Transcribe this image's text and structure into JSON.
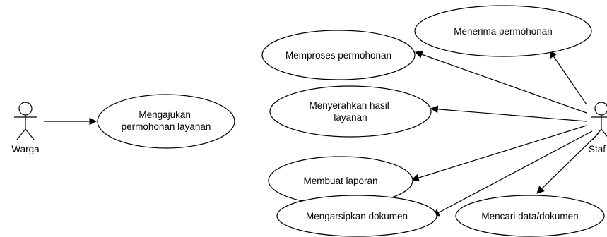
{
  "actors": {
    "warga": "Warga",
    "staf": "Staf"
  },
  "use_cases": {
    "mengajukan": [
      "Mengajukan",
      "permohonan layanan"
    ],
    "menerima": [
      "Menerima permohonan"
    ],
    "memproses": [
      "Memproses permohonan"
    ],
    "menyerahkan": [
      "Menyerahkan hasil",
      "layanan"
    ],
    "membuat_laporan": [
      "Membuat laporan"
    ],
    "mengarsipkan": [
      "Mengarsipkan dokumen"
    ],
    "mencari": [
      "Mencari data/dokumen"
    ]
  }
}
